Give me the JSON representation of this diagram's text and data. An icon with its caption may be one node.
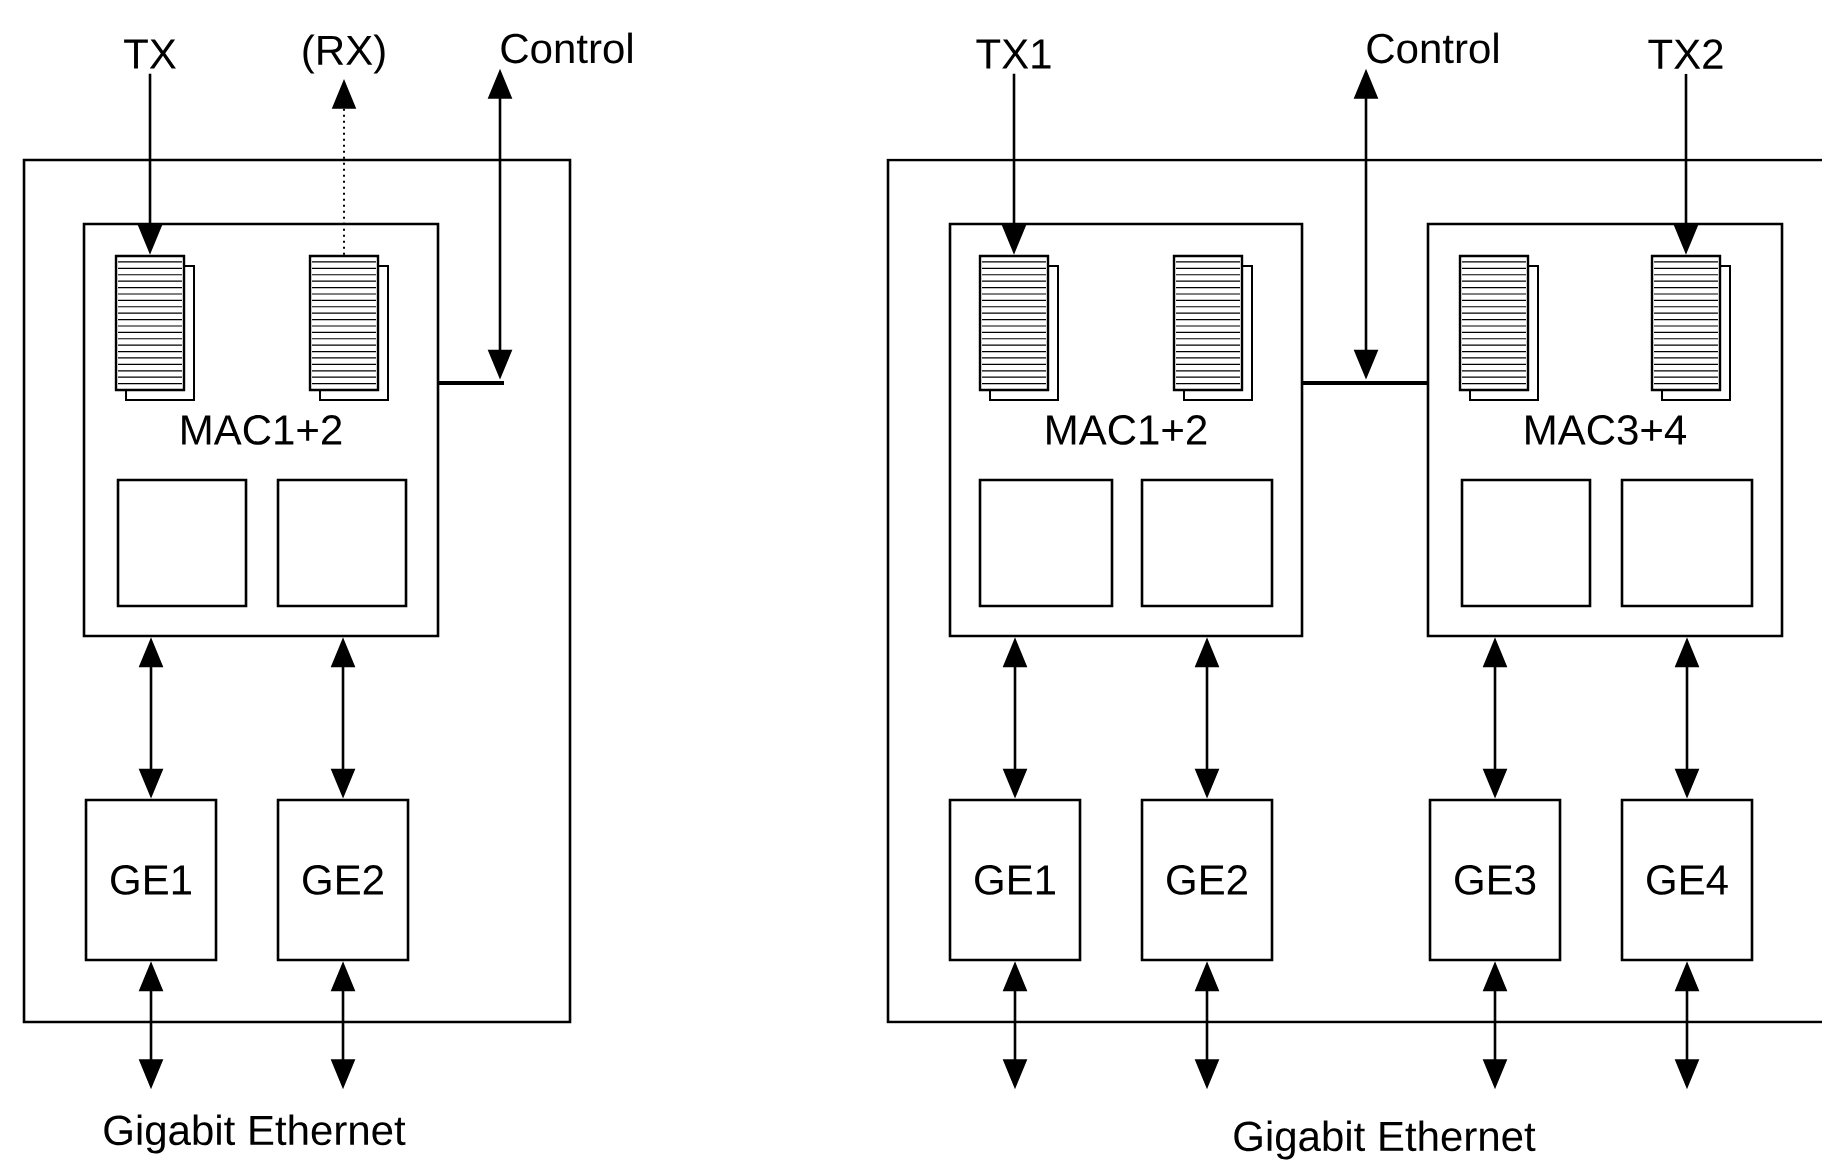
{
  "diagram": {
    "nodes": [
      {
        "text": [
          "TX"
        ]
      },
      {
        "text": [
          "(RX)"
        ]
      },
      {
        "text": [
          "Control"
        ]
      },
      {
        "text": [],
        "shape": "box"
      },
      {
        "text": [
          "MAC1+2"
        ],
        "in": 3
      },
      {
        "text": [],
        "shape": "box",
        "in": 4
      },
      {
        "text": [],
        "shape": "box",
        "in": 4
      },
      {
        "text": [],
        "shape": "box",
        "in": 4
      },
      {
        "text": [],
        "shape": "box",
        "in": 4
      },
      {
        "text": [
          "GE1"
        ],
        "in": 3
      },
      {
        "text": [
          "GE2"
        ],
        "in": 3
      },
      {
        "text": [
          "TX1"
        ]
      },
      {
        "text": [
          "Control"
        ]
      },
      {
        "text": [
          "TX2"
        ]
      },
      {
        "text": [],
        "shape": "box"
      },
      {
        "text": [
          "MAC1+2"
        ],
        "in": 14
      },
      {
        "text": [],
        "shape": "box",
        "in": 15
      },
      {
        "text": [],
        "shape": "box",
        "in": 15
      },
      {
        "text": [],
        "shape": "box",
        "in": 15
      },
      {
        "text": [],
        "shape": "box",
        "in": 15
      },
      {
        "text": [
          "MAC3+4"
        ],
        "in": 14
      },
      {
        "text": [],
        "shape": "box",
        "in": 20
      },
      {
        "text": [],
        "shape": "box",
        "in": 20
      },
      {
        "text": [],
        "shape": "box",
        "in": 20
      },
      {
        "text": [],
        "shape": "box",
        "in": 20
      },
      {
        "text": [
          "GE1"
        ],
        "in": 14
      },
      {
        "text": [
          "GE2"
        ],
        "in": 14
      },
      {
        "text": [
          "GE3"
        ],
        "in": 14
      },
      {
        "text": [
          "GE4"
        ],
        "in": 14
      },
      {
        "text": [],
        "shape": "bar",
        "in": 3
      },
      {
        "text": [],
        "shape": "bar",
        "in": 14
      }
    ],
    "edges": [
      {
        "from": 0,
        "to": 5,
        "arrow": "to"
      },
      {
        "from": 6,
        "to": 1,
        "arrow": "to",
        "style": "dashed"
      },
      {
        "from": 2,
        "to": 29,
        "arrow": "both"
      },
      {
        "from": 4,
        "to": 9,
        "arrow": "both"
      },
      {
        "from": 4,
        "to": 10,
        "arrow": "both"
      },
      {
        "from": 9,
        "to": null,
        "arrow": "both"
      },
      {
        "from": 10,
        "to": null,
        "arrow": "both"
      },
      {
        "from": 11,
        "to": 16,
        "arrow": "to"
      },
      {
        "from": 13,
        "to": 22,
        "arrow": "to"
      },
      {
        "from": 12,
        "to": 30,
        "arrow": "both"
      },
      {
        "from": 15,
        "to": 25,
        "arrow": "both"
      },
      {
        "from": 15,
        "to": 26,
        "arrow": "both"
      },
      {
        "from": 20,
        "to": 27,
        "arrow": "both"
      },
      {
        "from": 20,
        "to": 28,
        "arrow": "both"
      },
      {
        "from": 25,
        "to": null,
        "arrow": "both"
      },
      {
        "from": 26,
        "to": null,
        "arrow": "both"
      },
      {
        "from": 27,
        "to": null,
        "arrow": "both"
      },
      {
        "from": 28,
        "to": null,
        "arrow": "both"
      }
    ],
    "labels": [
      "Gigabit Ethernet",
      "Gigabit Ethernet"
    ]
  }
}
